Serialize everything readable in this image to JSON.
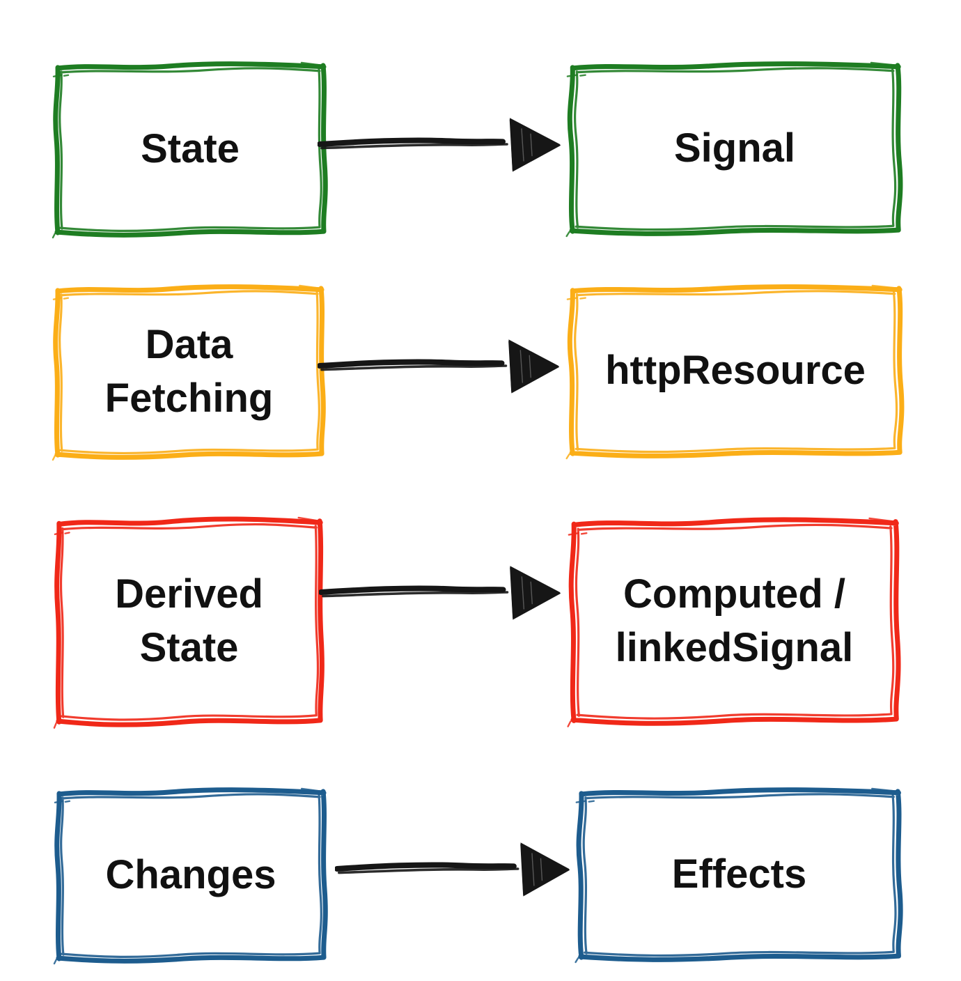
{
  "background": "#ffffff",
  "text_color": "#111111",
  "arrow_color": "#161616",
  "rows": [
    {
      "id": "state-to-signal",
      "color": "#1e7d22",
      "left": {
        "label": "State"
      },
      "right": {
        "label": "Signal"
      }
    },
    {
      "id": "data-fetching-to-httpresource",
      "color": "#fbae17",
      "left": {
        "label": "Data Fetching"
      },
      "right": {
        "label": "httpResource"
      }
    },
    {
      "id": "derived-state-to-computed",
      "color": "#f02818",
      "left": {
        "label": "Derived State"
      },
      "right": {
        "label": "Computed / linkedSignal"
      }
    },
    {
      "id": "changes-to-effects",
      "color": "#1d5c8e",
      "left": {
        "label": "Changes"
      },
      "right": {
        "label": "Effects"
      }
    }
  ]
}
